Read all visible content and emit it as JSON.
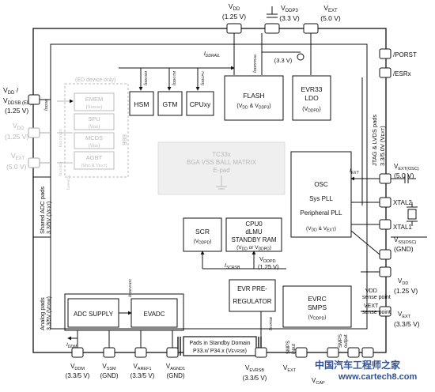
{
  "supplies": {
    "vdd_top": {
      "name": "V",
      "sub": "DD",
      "value": "(1.25 V)"
    },
    "vddp3_top": {
      "name": "V",
      "sub": "DDP3",
      "value": "(3.3 V)"
    },
    "vext_top": {
      "name": "V",
      "sub": "EXT",
      "value": "(5.0 V)"
    },
    "vddsb": {
      "name": "V",
      "sub": "DD",
      "slash": " /",
      "name2": "V",
      "sub2": "DDSB (ED)",
      "value": "(1.25 V)"
    },
    "vdd_left": {
      "name": "V",
      "sub": "DD",
      "value": "(1.25 V)"
    },
    "vext_left": {
      "name": "V",
      "sub": "EXT",
      "value": "(5.0 V)"
    },
    "vext_osc": {
      "name": "V",
      "sub": "EXT(OSC)",
      "value": "(5.0 V)"
    },
    "vss_osc": {
      "name": "V",
      "sub": "SS(OSC)",
      "value": "(GND)"
    },
    "vdd_right": {
      "name": "V",
      "sub": "DD",
      "value": "(1.25 V)"
    },
    "vext_right": {
      "name": "V",
      "sub": "EXT",
      "value": "(3.3/5 V)"
    },
    "vddm": {
      "name": "V",
      "sub": "DDM",
      "value": "(3.3/5 V)"
    },
    "vssm": {
      "name": "V",
      "sub": "SSM",
      "value": "(GND)"
    },
    "varef1": {
      "name": "V",
      "sub": "AREF1",
      "value": "(3.3/5 V)"
    },
    "vagnd1": {
      "name": "V",
      "sub": "AGND1",
      "value": "(GND)"
    },
    "vevrsb": {
      "name": "V",
      "sub": "EVRSB",
      "value": "(3.3/5 V)"
    },
    "vext_bottom": {
      "name": "V",
      "sub": "EXT",
      "value": ""
    },
    "vcap": {
      "name": "V",
      "sub": "CAP",
      "value": ""
    }
  },
  "pins": {
    "porst": "/PORST",
    "esrx": "/ESRx",
    "xtal2": "XTAL2",
    "xtal1": "XTAL1"
  },
  "blocks": {
    "hsm": "HSM",
    "gtm": "GTM",
    "cpuxy": "CPUxy",
    "flash": {
      "title": "FLASH",
      "sub": "(V",
      "sub_a": "DD",
      "amp": " & V",
      "sub_b": "DDP3",
      "close": ")"
    },
    "evr33": {
      "line1": "EVR33",
      "line2": "LDO",
      "sub": "(V",
      "sub_a": "DDPD",
      "close": ")"
    },
    "ed_device": "(ED device only)",
    "emem": {
      "title": "EMEM",
      "sub": "(V",
      "sub_a": "DDSB",
      "close": ")"
    },
    "spu": {
      "title": "SPU",
      "sub": "(V",
      "sub_a": "DD",
      "close": ")"
    },
    "mcds": {
      "title": "MCDS",
      "sub": "(V",
      "sub_a": "DD",
      "close": ")"
    },
    "agbt": {
      "title": "AGBT",
      "sub": "(V",
      "sub_a": "DD",
      "amp": " & V",
      "sub_b": "EXT",
      "close": ")"
    },
    "bbb": "BBB",
    "osc": {
      "l1": "OSC",
      "l2": "Sys PLL",
      "l3": "Peripheral PLL",
      "sub": "(V",
      "sub_a": "DD",
      "amp": " & V",
      "sub_b": "EXT",
      "close": ")"
    },
    "scr": {
      "title": "SCR",
      "sub": "(V",
      "sub_a": "DDPD",
      "close": ")"
    },
    "cpu0": {
      "l1": "CPU0",
      "l2": "dLMU",
      "l3": "STANDBY RAM",
      "sub": "(V",
      "sub_a": "DD",
      "or": " or V",
      "sub_b": "DDPD",
      "close": ")"
    },
    "evr_pre": {
      "l1": "EVR PRE-",
      "l2": "REGULATOR"
    },
    "evrc": {
      "l1": "EVRC",
      "l2": "SMPS",
      "sub": "(V",
      "sub_a": "DDPD",
      "close": ")"
    },
    "adc_supply": "ADC SUPPLY",
    "evadc": "EVADC",
    "standby_domain": {
      "l1": "Pads in Standby Domain",
      "l2": "P33.x/ P34.x (V",
      "sub_a": "EVRSB",
      "close": ")"
    },
    "matrix": {
      "l1": "TC33x",
      "l2": "BGA VSS BALL MATRIX",
      "l3": "E-pad"
    }
  },
  "currents": {
    "iddrail": {
      "name": "I",
      "sub": "DDRAIL"
    },
    "iddhsm": {
      "name": "I",
      "sub": "DDHSM"
    },
    "iddgtm": {
      "name": "I",
      "sub": "DDGTM"
    },
    "iddcpu": {
      "name": "I",
      "sub": "DDCPU"
    },
    "iddpfrail": {
      "name": "I",
      "sub": "DDPFRAIL"
    },
    "iddsb": {
      "name": "I",
      "sub": "DDSB"
    },
    "iext": {
      "name": "I",
      "sub": "EXT"
    },
    "iscrsb": {
      "name": "I",
      "sub": "SCRSB"
    },
    "iddm": {
      "name": "I",
      "sub": "DDM"
    },
    "idddevadc": {
      "name": "I",
      "sub": "DDEVADC"
    },
    "ievrsb": {
      "name": "I",
      "sub": "EVRSB"
    },
    "iddped_left": {
      "name": "I",
      "sub": "DD(TOT)ED"
    },
    "iddped_left2": {
      "name": "I",
      "sub": "EXT(ED)"
    },
    "iddped_left3": {
      "name": "I",
      "sub": "DDP(ED)"
    }
  },
  "labels": {
    "vdd_pd": {
      "name": "V",
      "sub": "DDPD",
      "value": "(1.25 V)"
    },
    "vdd_33": "(3.3 V)",
    "jtag": "JTAG & LVDS pads",
    "jtag_v": "3.3/5.0V (V",
    "jtag_v_sub": "EXT",
    "jtag_v_close": ")",
    "shared_adc": "Shared ADC pads",
    "shared_adc_v": "3.3/5V (V",
    "shared_adc_v_sub": "EXT",
    "shared_adc_v_close": ")",
    "analog_pads": "Analog pads",
    "analog_v": "3.3/5V (V",
    "analog_v_sub": "DDM",
    "analog_v_close": ")",
    "vdd_sense": "VDD",
    "vdd_sense2": "sense point",
    "vext_sense": "VEXT",
    "vext_sense2": "sense point",
    "smps_input": "SMPS",
    "smps_input2": "input",
    "smps_output": "SMPS",
    "smps_output2": "output"
  },
  "watermark": {
    "cn": "中国汽车工程师之家",
    "url": "www.cartech8.com"
  }
}
